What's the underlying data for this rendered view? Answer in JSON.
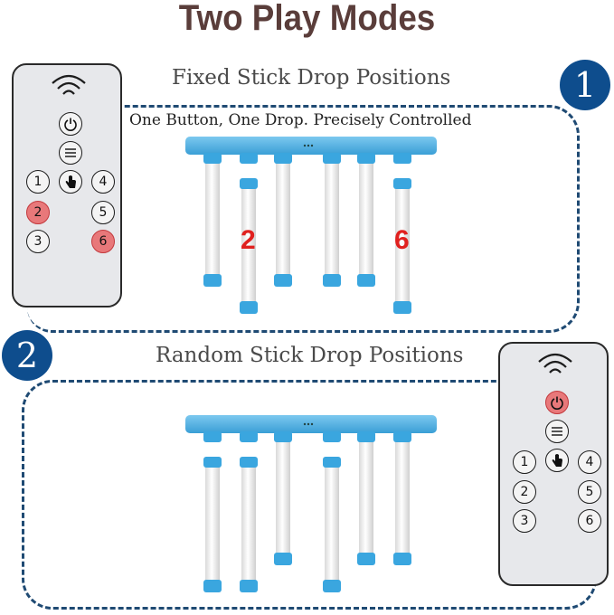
{
  "title": "Two Play Modes",
  "mode1": {
    "badge": "1",
    "heading": "Fixed Stick Drop Positions",
    "subheading": "One Button, One Drop. Precisely Controlled",
    "stick_labels": [
      "2",
      "6"
    ],
    "highlighted_buttons": [
      "2",
      "6"
    ]
  },
  "mode2": {
    "badge": "2",
    "heading": "Random Stick Drop Positions",
    "highlighted_buttons": [
      "power"
    ]
  },
  "remote": {
    "buttons": [
      "1",
      "2",
      "3",
      "4",
      "5",
      "6"
    ]
  },
  "colors": {
    "title": "#5a3d3a",
    "badge": "#0e4d8d",
    "dash": "#1f4a73",
    "rail": "#4aaee0",
    "highlight": "#e8787a",
    "stick_number": "#e0211f"
  }
}
